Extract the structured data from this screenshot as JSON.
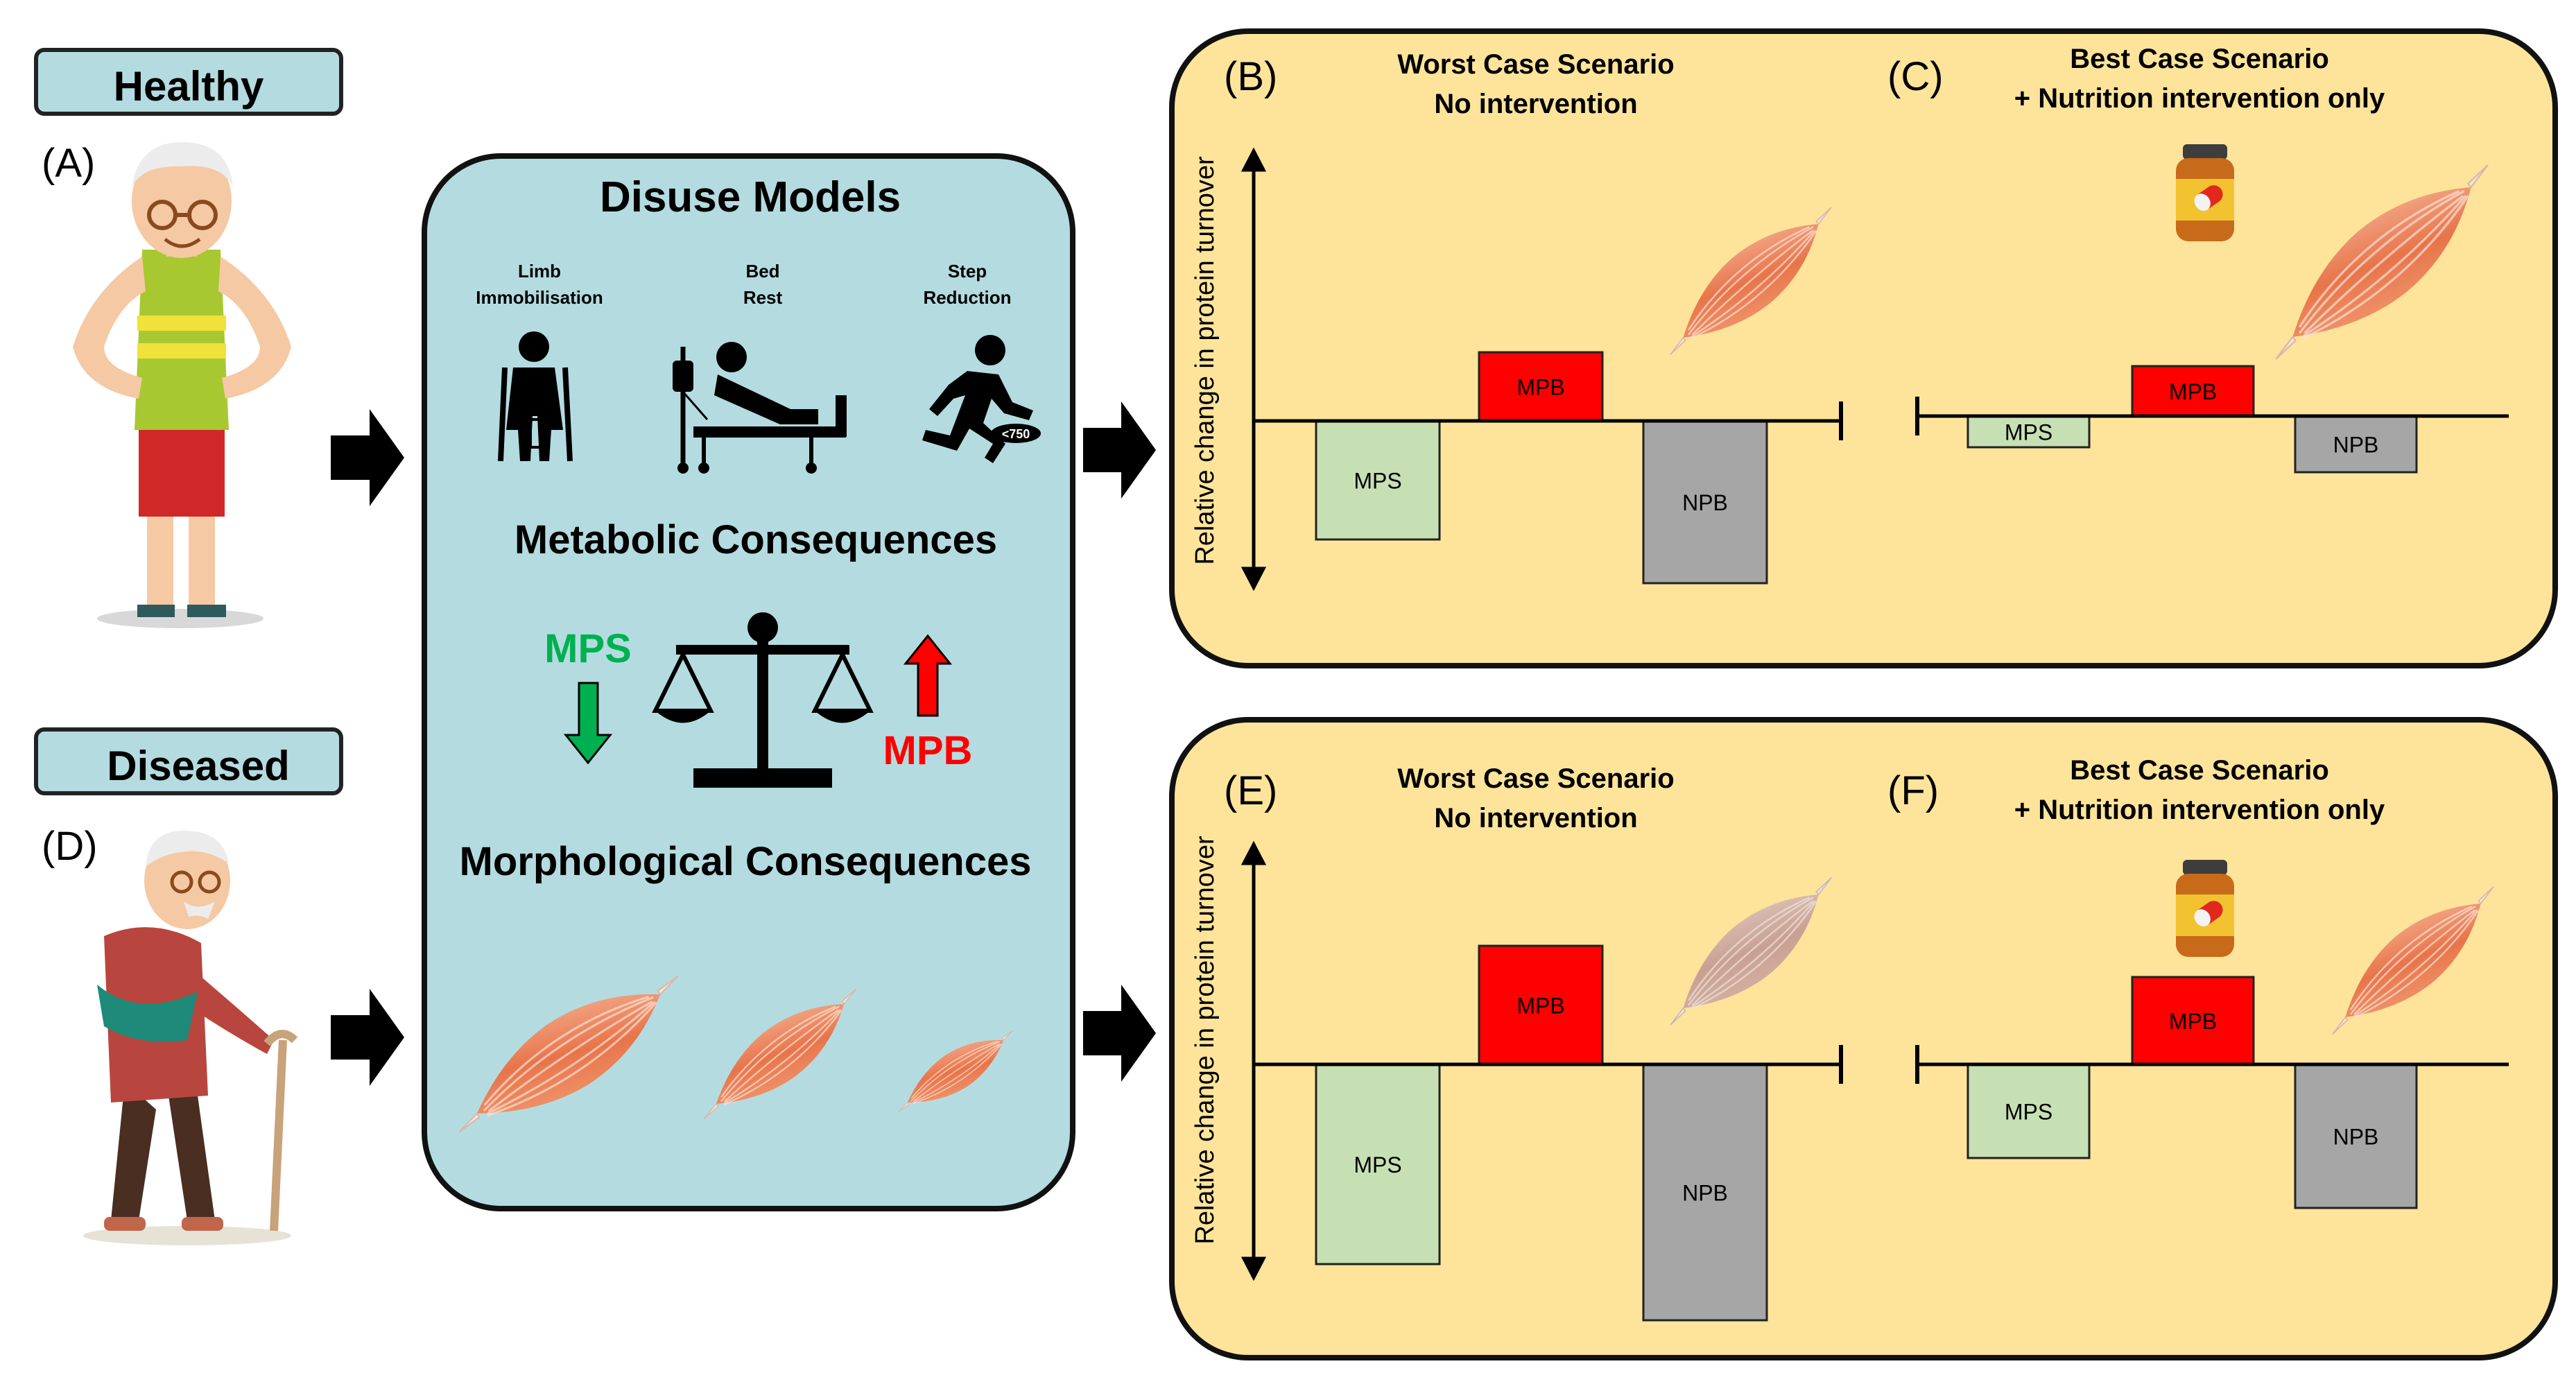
{
  "healthy": {
    "title": "Healthy",
    "label": "(A)"
  },
  "diseased": {
    "title": "Diseased",
    "label": "(D)"
  },
  "disuse": {
    "title": "Disuse Models",
    "models": [
      {
        "line1": "Limb",
        "line2": "Immobilisation",
        "icon": "crutches-person-icon"
      },
      {
        "line1": "Bed",
        "line2": "Rest",
        "icon": "hospital-bed-icon"
      },
      {
        "line1": "Step",
        "line2": "Reduction",
        "icon": "running-person-icon",
        "badge": "<750"
      }
    ],
    "metabolic_title": "Metabolic Consequences",
    "mps_label": "MPS",
    "mpb_label": "MPB",
    "morph_title": "Morphological Consequences",
    "colors": {
      "mps": "#00b050",
      "mpb": "#ff0000",
      "panel": "#b4dce0"
    }
  },
  "ylabel": "Relative change in protein turnover",
  "panels": [
    {
      "letter": "(B)",
      "title1": "Worst Case Scenario",
      "title2": "No intervention"
    },
    {
      "letter": "(C)",
      "title1": "Best Case Scenario",
      "title2": "+ Nutrition intervention only"
    },
    {
      "letter": "(E)",
      "title1": "Worst Case Scenario",
      "title2": "No intervention"
    },
    {
      "letter": "(F)",
      "title1": "Best Case Scenario",
      "title2": "+ Nutrition intervention only"
    }
  ],
  "chart_data": [
    {
      "type": "bar",
      "panel": "(B)",
      "categories": [
        "MPS",
        "MPB",
        "NPB"
      ],
      "values": [
        -0.95,
        0.55,
        -1.3
      ],
      "colors": [
        "#c6e0b4",
        "#ff0000",
        "#a6a6a6"
      ]
    },
    {
      "type": "bar",
      "panel": "(C)",
      "categories": [
        "MPS",
        "MPB",
        "NPB"
      ],
      "values": [
        -0.25,
        0.4,
        -0.45
      ],
      "colors": [
        "#c6e0b4",
        "#ff0000",
        "#a6a6a6"
      ]
    },
    {
      "type": "bar",
      "panel": "(E)",
      "categories": [
        "MPS",
        "MPB",
        "NPB"
      ],
      "values": [
        -1.6,
        0.95,
        -2.05
      ],
      "colors": [
        "#c6e0b4",
        "#ff0000",
        "#a6a6a6"
      ]
    },
    {
      "type": "bar",
      "panel": "(F)",
      "categories": [
        "MPS",
        "MPB",
        "NPB"
      ],
      "values": [
        -0.75,
        0.7,
        -1.15
      ],
      "colors": [
        "#c6e0b4",
        "#ff0000",
        "#a6a6a6"
      ]
    }
  ]
}
